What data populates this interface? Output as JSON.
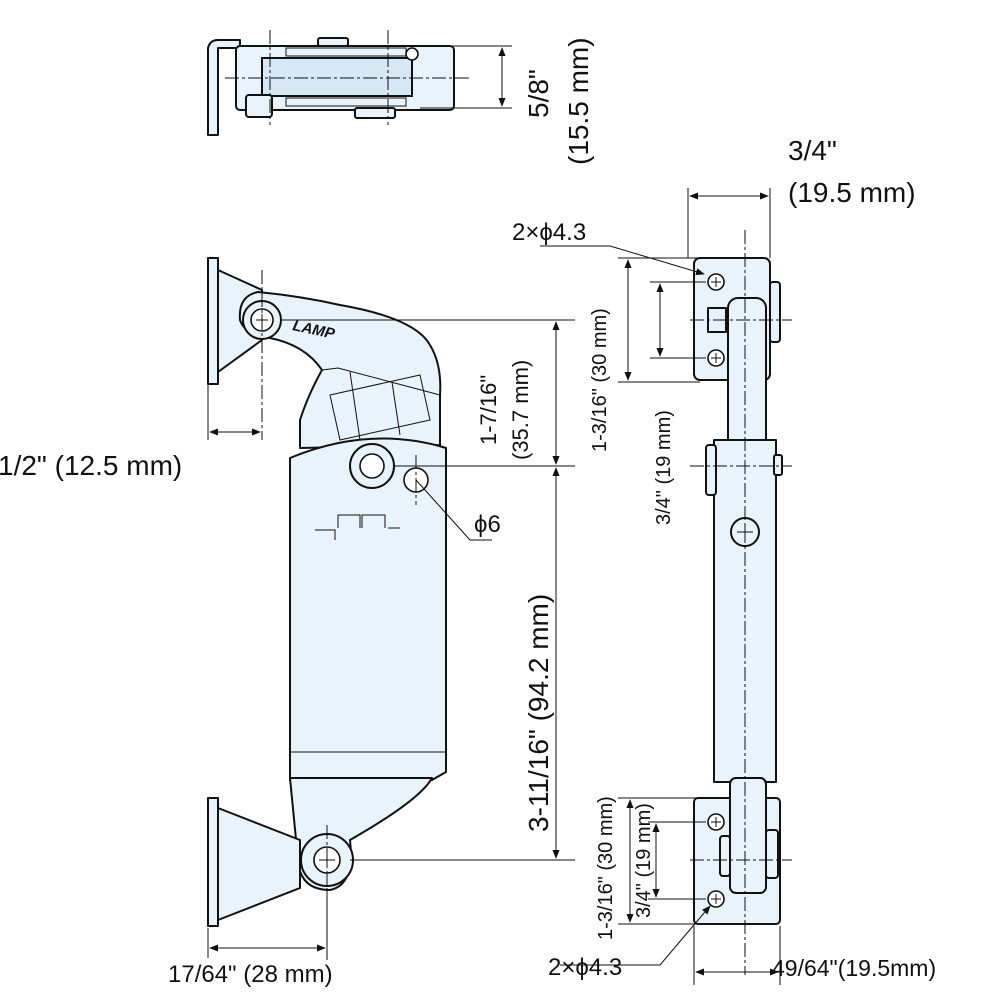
{
  "colors": {
    "part_fill": "#e8f3fb",
    "line": "#111111",
    "background": "#ffffff"
  },
  "labels": {
    "top_height_in": "5/8\"",
    "top_height_mm": "(15.5 mm)",
    "side_width_in": "3/4\"",
    "side_width_mm": "(19.5 mm)",
    "hole_top": "2×ϕ4.3",
    "hole_top_spacing_outer": "1-3/16\" (30 mm)",
    "hole_top_spacing_inner": "3/4\" (19 mm)",
    "pivot_offset": "1/2\" (12.5 mm)",
    "upper_arm_in": "1-7/16\"",
    "upper_arm_mm": "(35.7 mm)",
    "pin_dia": "ϕ6",
    "body_length": "3-11/16\" (94.2 mm)",
    "bottom_offset": "17/64\" (28 mm)",
    "hole_bottom_spacing_outer": "1-3/16\" (30 mm)",
    "hole_bottom_spacing_inner": "3/4\" (19 mm)",
    "hole_bottom": "2×ϕ4.3",
    "bottom_width": "49/64\"(19.5mm)",
    "brand": "LAMP"
  }
}
